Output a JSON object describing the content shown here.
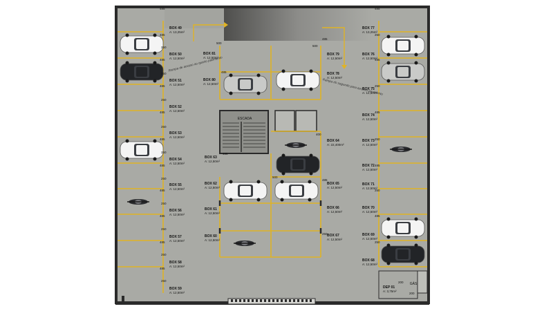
{
  "colors": {
    "background": "#ffffff",
    "floor": "#a9aaa5",
    "wall": "#2a2a2a",
    "stripe": "#e0b324",
    "ramp_dark": "#5e5e5c",
    "stair": "#8f908b",
    "label_text": "#111111"
  },
  "labels": {
    "stair": "ESCADA",
    "ramp_down": "Rampa de acesso ao quarto pavimento",
    "ramp_up": "Rampa do segundo para terceiro pavimento",
    "gas": "GÁS"
  },
  "boxes": [
    {
      "id": "b49",
      "name": "BOX 49",
      "area": "A: 13,25m²"
    },
    {
      "id": "b50",
      "name": "BOX 50",
      "area": "A: 12,50m²"
    },
    {
      "id": "b51",
      "name": "BOX 51",
      "area": "A: 12,50m²"
    },
    {
      "id": "b52",
      "name": "BOX 52",
      "area": "A: 12,50m²"
    },
    {
      "id": "b53",
      "name": "BOX 53",
      "area": "A: 12,50m²"
    },
    {
      "id": "b54",
      "name": "BOX 54",
      "area": "A: 12,50m²"
    },
    {
      "id": "b55",
      "name": "BOX 55",
      "area": "A: 12,50m²"
    },
    {
      "id": "b56",
      "name": "BOX 56",
      "area": "A: 12,50m²"
    },
    {
      "id": "b57",
      "name": "BOX 57",
      "area": "A: 12,50m²"
    },
    {
      "id": "b58",
      "name": "BOX 58",
      "area": "A: 12,50m²"
    },
    {
      "id": "b59",
      "name": "BOX 59",
      "area": "A: 12,50m²"
    },
    {
      "id": "b81",
      "name": "BOX 81",
      "area": "A: 12,50m²"
    },
    {
      "id": "b80",
      "name": "BOX 80",
      "area": "A: 12,50m²"
    },
    {
      "id": "b79",
      "name": "BOX 79",
      "area": "A: 12,50m²"
    },
    {
      "id": "b78",
      "name": "BOX 78",
      "area": "A: 12,50m²"
    },
    {
      "id": "b77",
      "name": "BOX 77",
      "area": "A: 13,25m²"
    },
    {
      "id": "b76",
      "name": "BOX 76",
      "area": "A: 12,50m²"
    },
    {
      "id": "b75",
      "name": "BOX 75",
      "area": "A: 12,50m²"
    },
    {
      "id": "b74",
      "name": "BOX 74",
      "area": "A: 12,50m²"
    },
    {
      "id": "b73",
      "name": "BOX 73",
      "area": "A: 12,50m²"
    },
    {
      "id": "b72",
      "name": "BOX 72",
      "area": "A: 12,50m²"
    },
    {
      "id": "b71",
      "name": "BOX 71",
      "area": "A: 12,50m²"
    },
    {
      "id": "b70",
      "name": "BOX 70",
      "area": "A: 12,50m²"
    },
    {
      "id": "b69",
      "name": "BOX 69",
      "area": "A: 12,50m²"
    },
    {
      "id": "b68",
      "name": "BOX 68",
      "area": "A: 12,50m²"
    },
    {
      "id": "b64",
      "name": "BOX 64",
      "area": "A: 22,400m²"
    },
    {
      "id": "b63",
      "name": "BOX 63",
      "area": "A: 12,50m²"
    },
    {
      "id": "b62",
      "name": "BOX 62",
      "area": "A: 12,50m²"
    },
    {
      "id": "b61",
      "name": "BOX 61",
      "area": "A: 12,50m²"
    },
    {
      "id": "b60",
      "name": "BOX 60",
      "area": "A: 12,50m²"
    },
    {
      "id": "b65",
      "name": "BOX 65",
      "area": "A: 12,50m²"
    },
    {
      "id": "b66",
      "name": "BOX 66",
      "area": "A: 12,50m²"
    },
    {
      "id": "b67",
      "name": "BOX 67",
      "area": "A: 12,50m²"
    },
    {
      "id": "dep01",
      "name": "DEP 01",
      "area": "A: 3,75m²"
    }
  ],
  "dimensions": [
    "485",
    "250",
    "500",
    "400",
    "200"
  ],
  "vehicles": [
    {
      "id": "car-49",
      "kind": "car",
      "color": "white"
    },
    {
      "id": "car-50",
      "kind": "car",
      "color": "black"
    },
    {
      "id": "car-53",
      "kind": "car",
      "color": "white"
    },
    {
      "id": "moto-55",
      "kind": "motorcycle"
    },
    {
      "id": "car-77",
      "kind": "car",
      "color": "white"
    },
    {
      "id": "car-76",
      "kind": "car",
      "color": "silver"
    },
    {
      "id": "moto-73",
      "kind": "motorcycle"
    },
    {
      "id": "car-70",
      "kind": "car",
      "color": "white"
    },
    {
      "id": "car-69",
      "kind": "car",
      "color": "black"
    },
    {
      "id": "car-80",
      "kind": "car",
      "color": "silver"
    },
    {
      "id": "car-78",
      "kind": "car",
      "color": "white"
    },
    {
      "id": "moto-64",
      "kind": "motorcycle"
    },
    {
      "id": "car-64",
      "kind": "car",
      "color": "black"
    },
    {
      "id": "car-62",
      "kind": "car",
      "color": "white"
    },
    {
      "id": "car-65",
      "kind": "car",
      "color": "white"
    },
    {
      "id": "moto-60",
      "kind": "motorcycle"
    }
  ]
}
